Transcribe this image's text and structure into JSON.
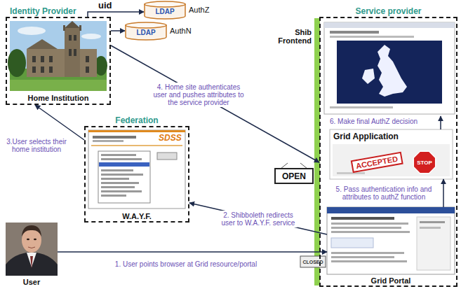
{
  "diagram": {
    "nodes": [
      {
        "text": [
          "Identity Provider",
          "Home Institution"
        ]
      },
      {
        "text": [
          "LDAP",
          "AuthZ"
        ]
      },
      {
        "text": [
          "LDAP",
          "AuthN"
        ]
      },
      {
        "text": [
          "Federation",
          "W.A.Y.F."
        ]
      },
      {
        "text": [
          "User"
        ]
      },
      {
        "text": [
          "Service provider"
        ]
      },
      {
        "text": [
          "Grid Application"
        ],
        "in": 5
      },
      {
        "text": [
          "Grid Portal"
        ],
        "in": 5
      }
    ],
    "edges": [
      {
        "from": 0,
        "to": 1,
        "arrow": "to"
      },
      {
        "from": 0,
        "to": 2,
        "arrow": "to"
      },
      {
        "from": 4,
        "to": 7,
        "label": "1. User points browser at Grid resource/portal",
        "arrow": "to"
      },
      {
        "from": 7,
        "to": 3,
        "label": "2. Shibboleth redirects user to W.A.Y.F. service",
        "arrow": "to"
      },
      {
        "from": 3,
        "to": 0,
        "label": "3.User selects their home institution",
        "arrow": "to"
      },
      {
        "from": 0,
        "to": 5,
        "label": "4. Home site authenticates user and pushes attributes to the service provider",
        "arrow": "to"
      },
      {
        "from": 7,
        "to": 6,
        "label": "5. Pass authentication info and attributes to authZ function",
        "arrow": "to"
      }
    ],
    "labels": [
      "uid",
      "SDSS",
      "Shib Frontend",
      "6. Make final AuthZ decision",
      "ACCEPTED",
      "STOP",
      "OPEN",
      "CLOSED"
    ]
  }
}
